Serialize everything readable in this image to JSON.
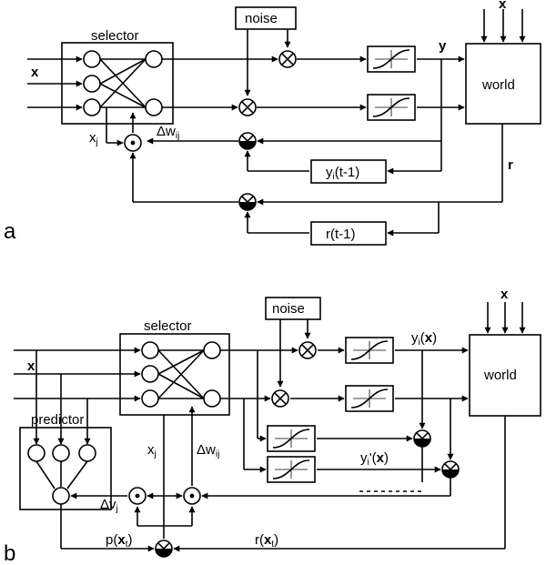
{
  "panel_a": {
    "label": "a",
    "selector": "selector",
    "noise": "noise",
    "world": "world",
    "x_input": "x",
    "x_top": "x",
    "y": "y",
    "r": "r",
    "xj": "x",
    "xj_sub": "j",
    "dw": "Δw",
    "dw_sub": "ij",
    "yi_pre": "y",
    "yi_sub": "i",
    "yi_post": "(t-1)",
    "r_delay": "r(t-1)"
  },
  "panel_b": {
    "label": "b",
    "selector": "selector",
    "predictor": "predictor",
    "noise": "noise",
    "world": "world",
    "x_input": "x",
    "x_top": "x",
    "yi_pre": "y",
    "yi_sub": "i",
    "yi_open": "(",
    "yi_x": "x",
    "yi_close": ")",
    "yip_pre": "y",
    "yip_sub": "i",
    "yip_open": "'(",
    "yip_x": "x",
    "yip_close": ")",
    "xj": "x",
    "xj_sub": "j",
    "dw": "Δw",
    "dw_sub": "ij",
    "dv": "Δv",
    "dv_sub": "j",
    "p_pre": "p(",
    "p_x": "x",
    "p_sub": "t",
    "p_close": ")",
    "r_pre": "r(",
    "r_x": "x",
    "r_sub": "t",
    "r_close": ")"
  }
}
